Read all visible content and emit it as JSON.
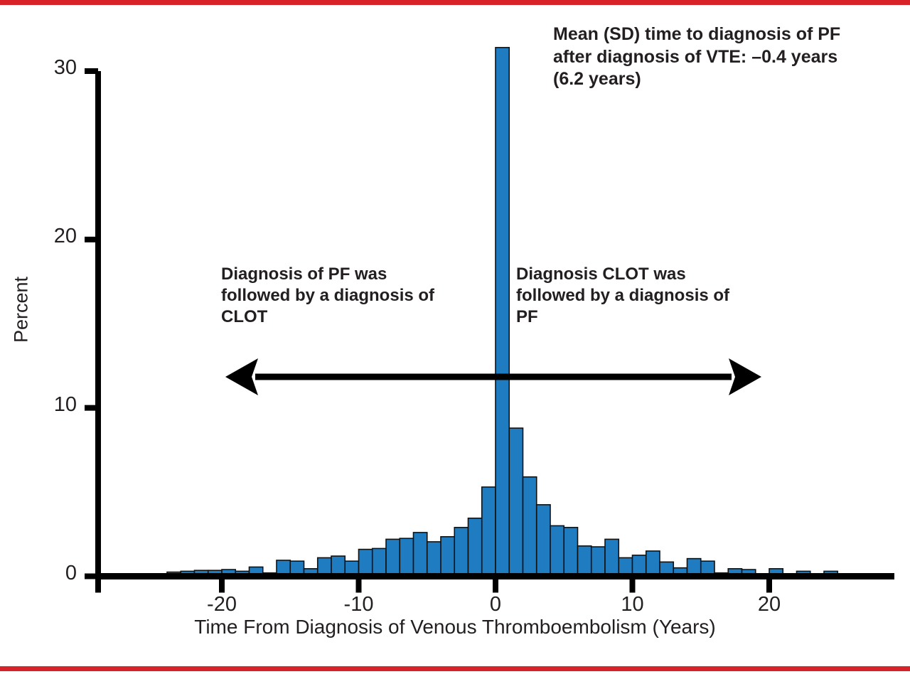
{
  "figure": {
    "background_color": "#ffffff",
    "rule_color": "#d8222a",
    "bar_color": "#1f7cc0",
    "bar_edge_color": "#111111",
    "axis_color": "#000000",
    "text_color": "#231f20"
  },
  "annotations": {
    "mean_note": "Mean (SD) time to diagnosis of PF after diagnosis of VTE: –0.4 years (6.2 years)",
    "left_note": "Diagnosis of PF was followed by a diagnosis of CLOT",
    "right_note": "Diagnosis CLOT was followed by a diagnosis of PF",
    "arrow": "double-headed-horizontal-arrow"
  },
  "chart_data": {
    "type": "bar",
    "title": "",
    "subtitle": "",
    "xlabel": "Time From Diagnosis of Venous Thromboembolism (Years)",
    "ylabel": "Percent",
    "xlim": [
      -28.5,
      28.5
    ],
    "ylim": [
      0,
      32.5
    ],
    "xticks": [
      -20,
      -10,
      0,
      10,
      20
    ],
    "xticklabels": [
      "-20",
      "-10",
      "0",
      "10",
      "20"
    ],
    "yticks": [
      0,
      10,
      20,
      30
    ],
    "yticklabels": [
      "0",
      "10",
      "20",
      "30"
    ],
    "grid": false,
    "legend": "none",
    "bin_width": 1,
    "x": [
      -23.5,
      -22.5,
      -21.5,
      -20.5,
      -19.5,
      -18.5,
      -17.5,
      -16.5,
      -15.5,
      -14.5,
      -13.5,
      -12.5,
      -11.5,
      -10.5,
      -9.5,
      -8.5,
      -7.5,
      -6.5,
      -5.5,
      -4.5,
      -3.5,
      -2.5,
      -1.5,
      -0.5,
      0.5,
      1.5,
      2.5,
      3.5,
      4.5,
      5.5,
      6.5,
      7.5,
      8.5,
      9.5,
      10.5,
      11.5,
      12.5,
      13.5,
      14.5,
      15.5,
      16.5,
      17.5,
      18.5,
      19.5,
      20.5,
      22.5,
      24.5
    ],
    "values": [
      0.25,
      0.3,
      0.35,
      0.35,
      0.4,
      0.3,
      0.55,
      0.2,
      0.95,
      0.9,
      0.45,
      1.1,
      1.2,
      0.9,
      1.6,
      1.65,
      2.2,
      2.25,
      2.6,
      2.05,
      2.35,
      2.9,
      3.45,
      5.3,
      31.4,
      8.8,
      5.9,
      4.25,
      3.0,
      2.9,
      1.8,
      1.75,
      2.2,
      1.1,
      1.25,
      1.5,
      0.85,
      0.5,
      1.05,
      0.9,
      0.2,
      0.45,
      0.4,
      0.0,
      0.45,
      0.3,
      0.3
    ],
    "peak": {
      "x": 0.5,
      "value": 31.4
    }
  }
}
